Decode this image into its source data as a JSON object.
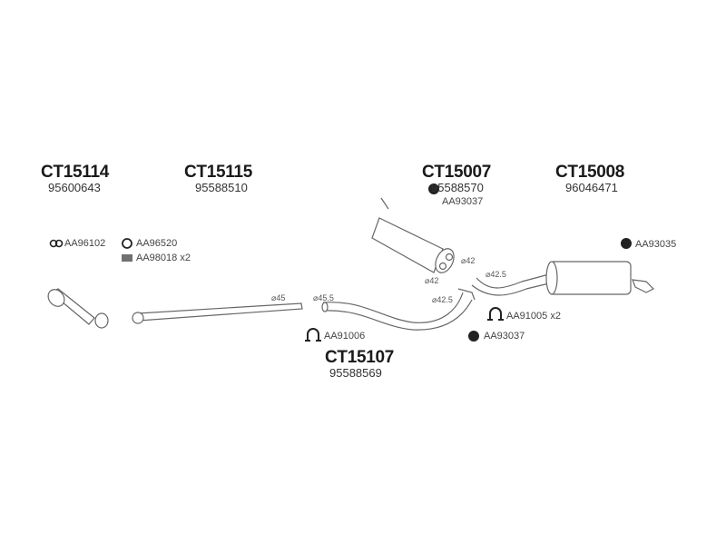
{
  "parts": {
    "ct15114": {
      "code": "CT15114",
      "oem": "95600643"
    },
    "ct15115": {
      "code": "CT15115",
      "oem": "95588510"
    },
    "ct15007": {
      "code": "CT15007",
      "oem": "95588570"
    },
    "ct15008": {
      "code": "CT15008",
      "oem": "96046471"
    },
    "ct15107": {
      "code": "CT15107",
      "oem": "95588569"
    }
  },
  "fittings": {
    "aa96102": "AA96102",
    "aa96520": "AA96520",
    "aa98018": "AA98018 x2",
    "aa91006": "AA91006",
    "aa93037_top": "AA93037",
    "aa93037_bottom": "AA93037",
    "aa93035": "AA93035",
    "aa91005": "AA91005 x2"
  },
  "diameters": {
    "d45": "⌀45",
    "d45_5": "⌀45.5",
    "d42_a": "⌀42",
    "d42_b": "⌀42",
    "d42_5_a": "⌀42.5",
    "d42_5_b": "⌀42.5"
  }
}
